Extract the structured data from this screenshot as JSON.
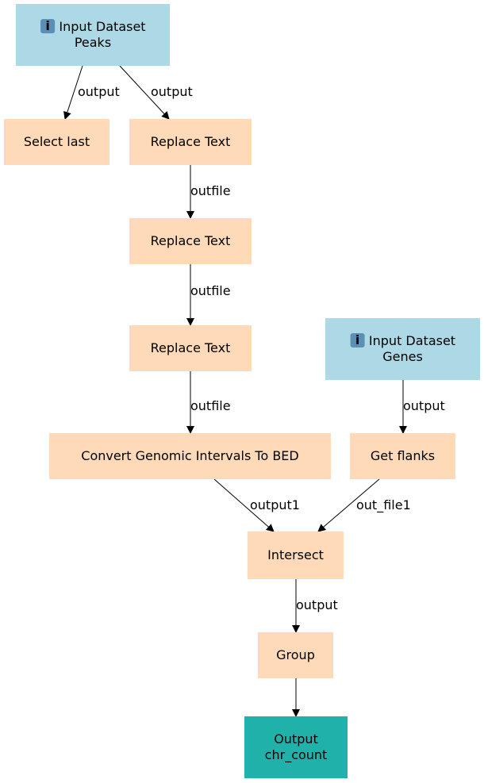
{
  "colors": {
    "input": "#add8e6",
    "tool": "#ffdab9",
    "output": "#20b2aa",
    "info_icon": "#5b8fb4",
    "edge": "#000000"
  },
  "nodes": {
    "peaks": {
      "kind": "input",
      "icon": "info-icon",
      "lines": [
        "Input Dataset",
        "Peaks"
      ]
    },
    "select_last": {
      "kind": "tool",
      "lines": [
        "Select last"
      ]
    },
    "replace_text_1": {
      "kind": "tool",
      "lines": [
        "Replace Text"
      ]
    },
    "replace_text_2": {
      "kind": "tool",
      "lines": [
        "Replace Text"
      ]
    },
    "replace_text_3": {
      "kind": "tool",
      "lines": [
        "Replace Text"
      ]
    },
    "genes": {
      "kind": "input",
      "icon": "info-icon",
      "lines": [
        "Input Dataset",
        "Genes"
      ]
    },
    "convert_bed": {
      "kind": "tool",
      "lines": [
        "Convert Genomic Intervals To BED"
      ]
    },
    "get_flanks": {
      "kind": "tool",
      "lines": [
        "Get flanks"
      ]
    },
    "intersect": {
      "kind": "tool",
      "lines": [
        "Intersect"
      ]
    },
    "group": {
      "kind": "tool",
      "lines": [
        "Group"
      ]
    },
    "chr_count": {
      "kind": "output",
      "lines": [
        "Output",
        "chr_count"
      ]
    }
  },
  "edges": [
    {
      "from": "peaks",
      "to": "select_last",
      "label": "output"
    },
    {
      "from": "peaks",
      "to": "replace_text_1",
      "label": "output"
    },
    {
      "from": "replace_text_1",
      "to": "replace_text_2",
      "label": "outfile"
    },
    {
      "from": "replace_text_2",
      "to": "replace_text_3",
      "label": "outfile"
    },
    {
      "from": "replace_text_3",
      "to": "convert_bed",
      "label": "outfile"
    },
    {
      "from": "genes",
      "to": "get_flanks",
      "label": "output"
    },
    {
      "from": "convert_bed",
      "to": "intersect",
      "label": "output1"
    },
    {
      "from": "get_flanks",
      "to": "intersect",
      "label": "out_file1"
    },
    {
      "from": "intersect",
      "to": "group",
      "label": "output"
    },
    {
      "from": "group",
      "to": "chr_count",
      "label": ""
    }
  ]
}
